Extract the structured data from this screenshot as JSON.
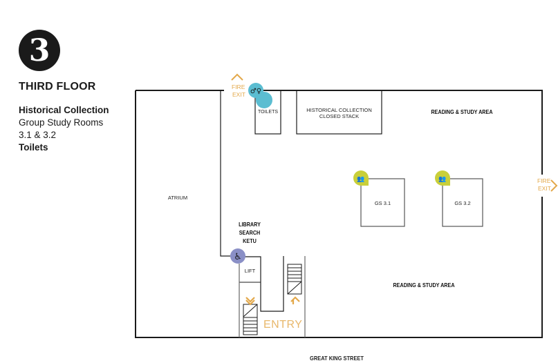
{
  "floor": {
    "number": "3",
    "title": "THIRD FLOOR",
    "legend": [
      {
        "text": "Historical Collection",
        "bold": true
      },
      {
        "text": "Group Study Rooms",
        "bold": false
      },
      {
        "text": "3.1 & 3.2",
        "bold": false
      },
      {
        "text": "Toilets",
        "bold": true
      }
    ]
  },
  "rooms": {
    "atrium": "ATRIUM",
    "toilets": "TOILETS",
    "historical_line1": "HISTORICAL COLLECTION",
    "historical_line2": "CLOSED STACK",
    "reading_top": "READING & STUDY AREA",
    "reading_bottom": "READING & STUDY AREA",
    "gs31": "GS 3.1",
    "gs32": "GS 3.2",
    "lift": "LIFT",
    "library_search_1": "LIBRARY",
    "library_search_2": "SEARCH",
    "library_search_3": "KETU"
  },
  "exits": {
    "fire_exit_top_1": "FIRE",
    "fire_exit_top_2": "EXIT",
    "fire_exit_right_1": "FIRE",
    "fire_exit_right_2": "EXIT",
    "entry": "ENTRY"
  },
  "street": "GREAT KING STREET",
  "icons": {
    "toilets": {
      "name": "toilets-icon",
      "color": "#5bbdd1"
    },
    "group_study": {
      "name": "group-study-icon",
      "color": "#c9cf3a"
    },
    "accessible": {
      "name": "wheelchair-icon",
      "color": "#8a8fc6"
    }
  },
  "colors": {
    "exit": "#e3a84a",
    "wall": "#1a1a1a"
  }
}
